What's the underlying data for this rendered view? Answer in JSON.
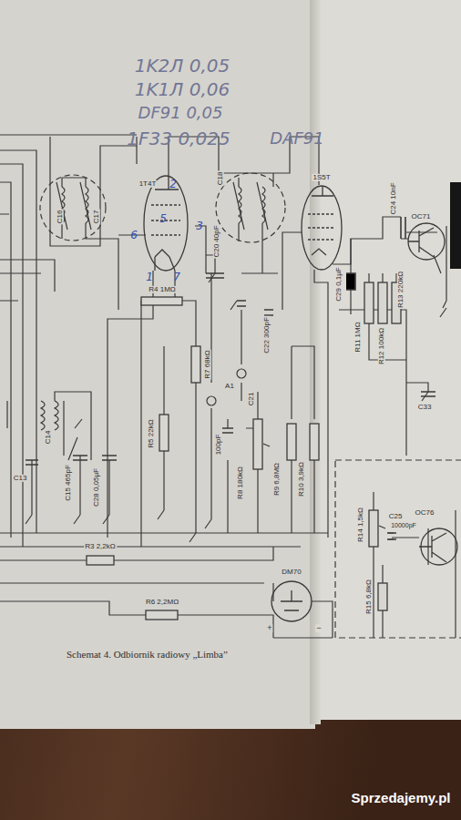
{
  "diagram": {
    "caption": "Schemat 4. Odbiornik radiowy „Limba”",
    "labels": [
      "1K2Л 0,05",
      "1K1Л 0,06",
      "DF91 0,05",
      "1F33 0,025",
      "DAF91",
      "C16",
      "C17",
      "1T4T",
      "2",
      "5",
      "6",
      "3",
      "1",
      "7",
      "C18",
      "C20 40pF",
      "1S5T",
      "OC71",
      "C24 10nF",
      "C29 0,1µF",
      "R11 1MΩ",
      "R12 100kΩ",
      "R13 220kΩ",
      "R4 1MΩ",
      "R7 68kΩ",
      "R5 22kΩ",
      "A1",
      "C21",
      "C22 300pF",
      "100pF",
      "R8 180kΩ",
      "R9 6,8MΩ",
      "R10 3,9kΩ",
      "C33",
      "C14",
      "C13",
      "C15 465pF",
      "C28 0,05µF",
      "R3 2,2kΩ",
      "R6 2,2MΩ",
      "DM70",
      "+",
      "−",
      "R14 1,5kΩ",
      "C25",
      "10000pF",
      "OC76",
      "R15 6,8kΩ",
      "Sprzedajemy.pl"
    ]
  }
}
